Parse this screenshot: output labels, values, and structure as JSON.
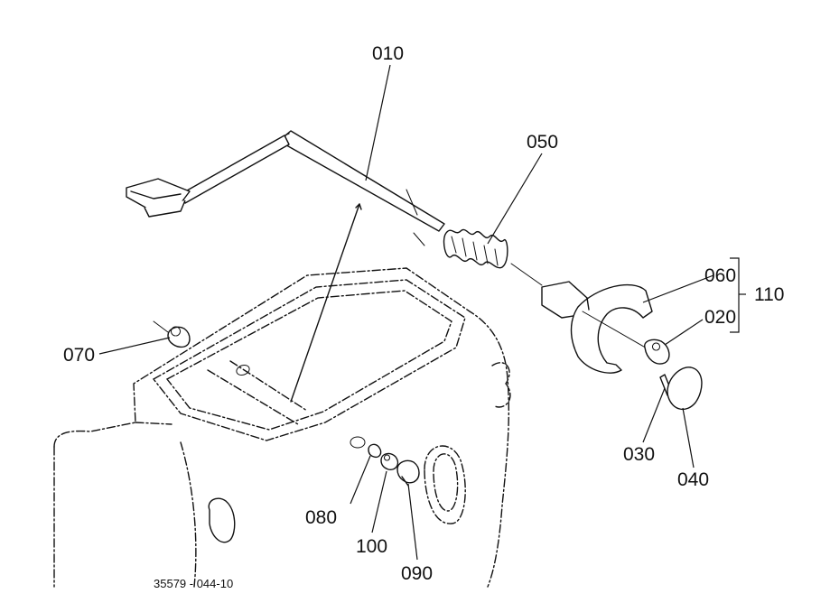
{
  "diagram": {
    "figure_number": "35579 - 044-10",
    "labels": {
      "p010": "010",
      "p050": "050",
      "p060": "060",
      "p020": "020",
      "p110": "110",
      "p070": "070",
      "p030": "030",
      "p040": "040",
      "p080": "080",
      "p100": "100",
      "p090": "090"
    }
  }
}
